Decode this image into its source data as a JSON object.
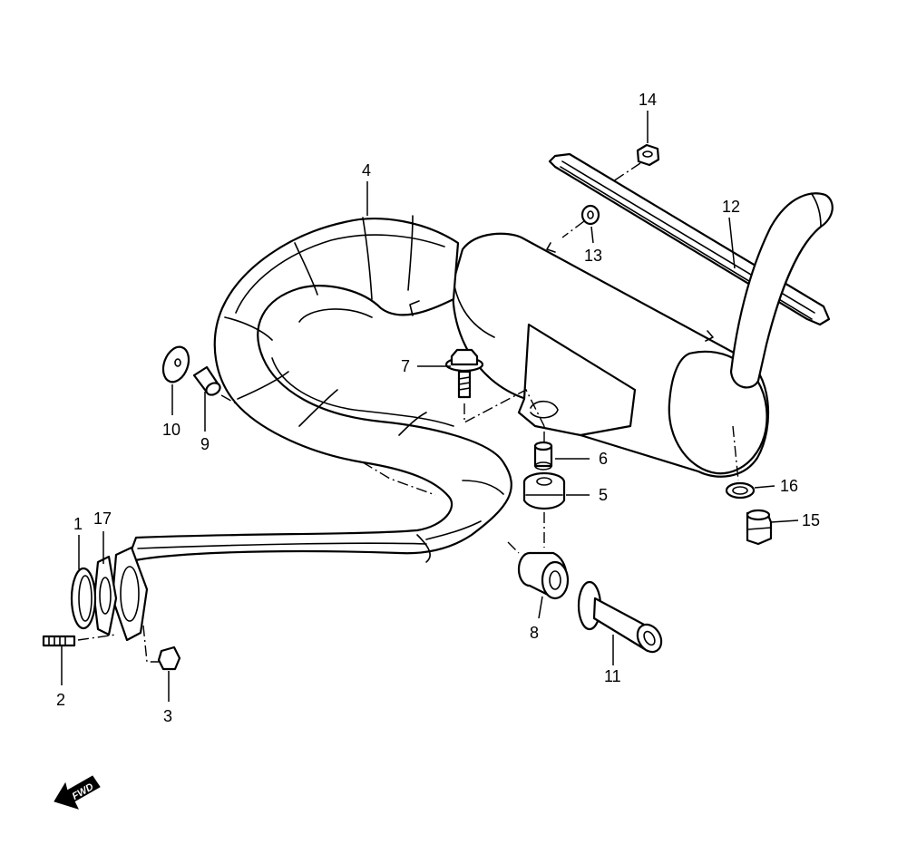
{
  "callouts": {
    "c1": "1",
    "c2": "2",
    "c3": "3",
    "c4": "4",
    "c5": "5",
    "c6": "6",
    "c7": "7",
    "c8": "8",
    "c9": "9",
    "c10": "10",
    "c11": "11",
    "c12": "12",
    "c13": "13",
    "c14": "14",
    "c15": "15",
    "c16": "16",
    "c17": "17"
  },
  "fwd_label": "FWD"
}
